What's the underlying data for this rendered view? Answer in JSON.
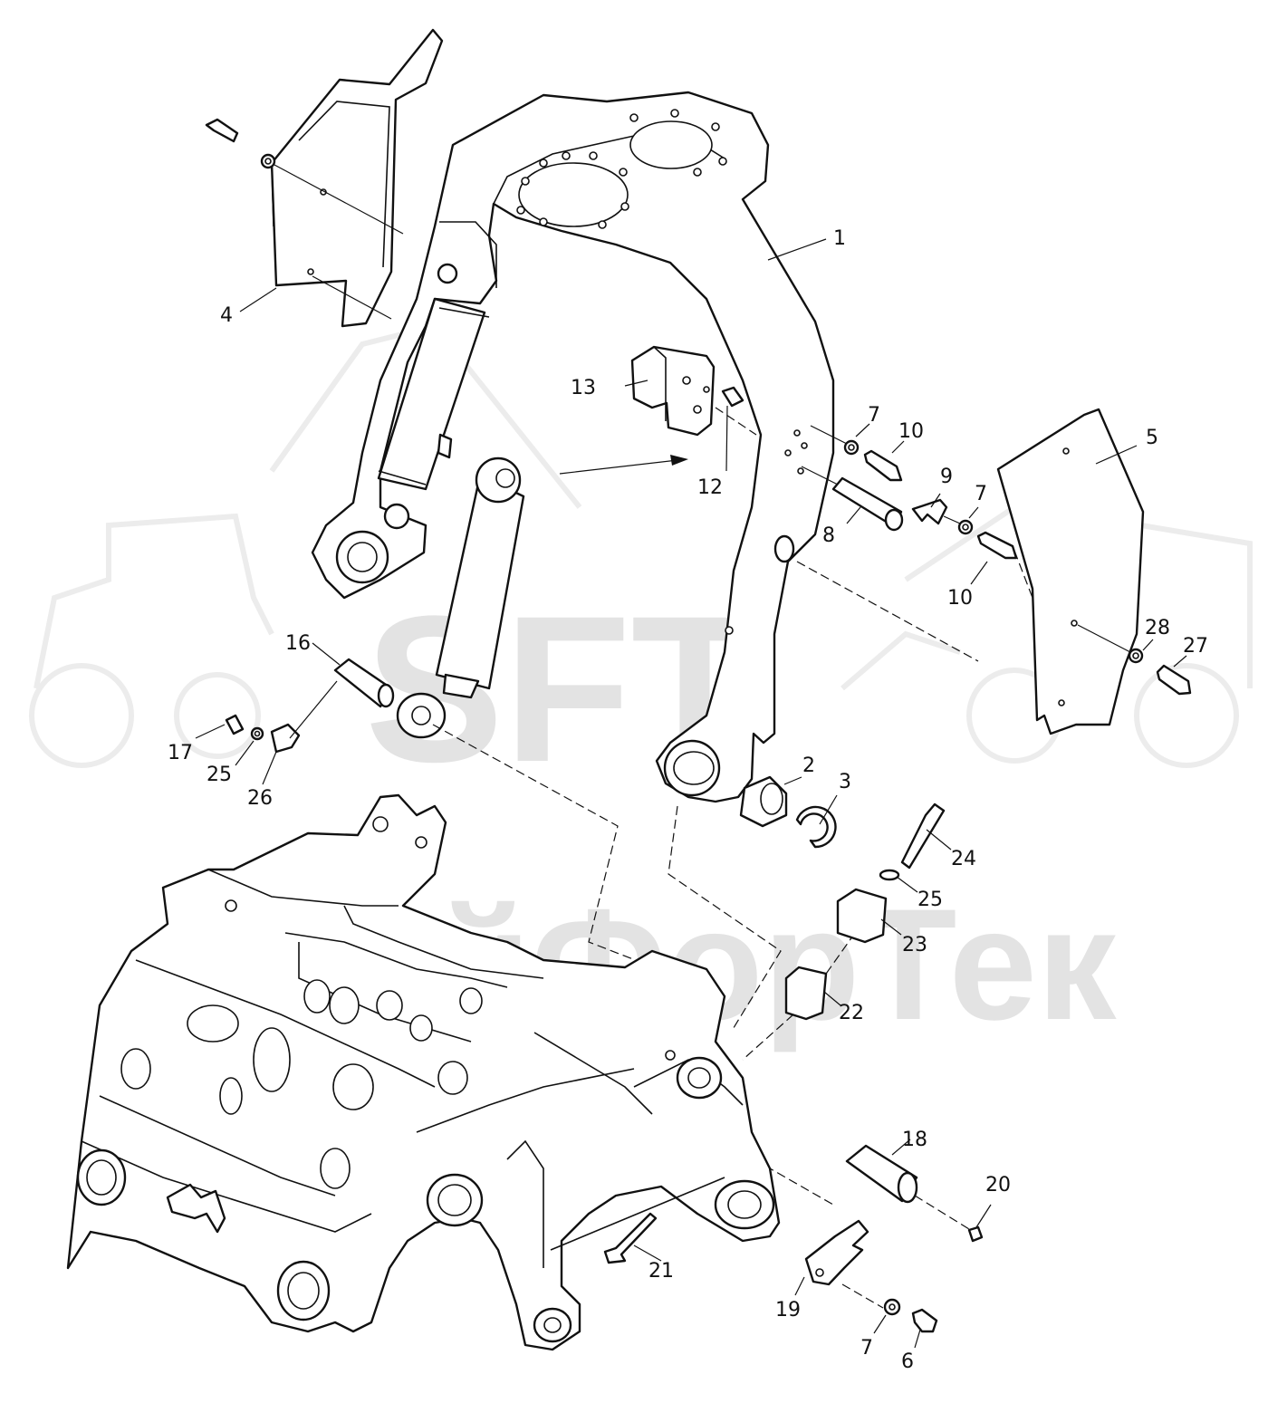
{
  "watermark": {
    "logo_text": "SFT",
    "brand_text": "СкайФорТек"
  },
  "callouts": [
    {
      "id": "c1",
      "label": "1"
    },
    {
      "id": "c2",
      "label": "2"
    },
    {
      "id": "c3",
      "label": "3"
    },
    {
      "id": "c4",
      "label": "4"
    },
    {
      "id": "c5",
      "label": "5"
    },
    {
      "id": "c6",
      "label": "6"
    },
    {
      "id": "c7a",
      "label": "7"
    },
    {
      "id": "c7b",
      "label": "7"
    },
    {
      "id": "c7c",
      "label": "7"
    },
    {
      "id": "c8",
      "label": "8"
    },
    {
      "id": "c9",
      "label": "9"
    },
    {
      "id": "c10a",
      "label": "10"
    },
    {
      "id": "c10b",
      "label": "10"
    },
    {
      "id": "c12",
      "label": "12"
    },
    {
      "id": "c13",
      "label": "13"
    },
    {
      "id": "c16",
      "label": "16"
    },
    {
      "id": "c17",
      "label": "17"
    },
    {
      "id": "c18",
      "label": "18"
    },
    {
      "id": "c19",
      "label": "19"
    },
    {
      "id": "c20",
      "label": "20"
    },
    {
      "id": "c21",
      "label": "21"
    },
    {
      "id": "c22",
      "label": "22"
    },
    {
      "id": "c23",
      "label": "23"
    },
    {
      "id": "c24",
      "label": "24"
    },
    {
      "id": "c25a",
      "label": "25"
    },
    {
      "id": "c25b",
      "label": "25"
    },
    {
      "id": "c26",
      "label": "26"
    },
    {
      "id": "c27",
      "label": "27"
    },
    {
      "id": "c28",
      "label": "28"
    }
  ]
}
